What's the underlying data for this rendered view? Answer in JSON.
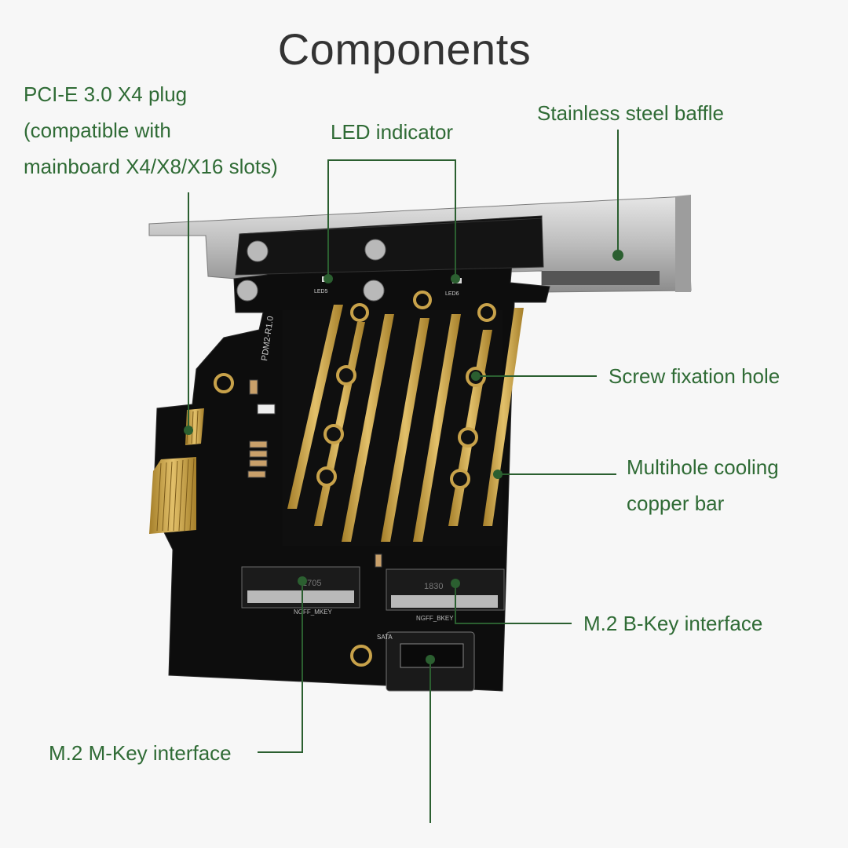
{
  "title": "Components",
  "colors": {
    "label": "#2f6b35",
    "leader": "#2b5f30",
    "background": "#f7f7f7",
    "pcb": "#0d0d0d",
    "copper": "#c8a24a"
  },
  "labels": {
    "pcie_plug": [
      "PCI-E 3.0 X4 plug",
      "(compatible with",
      "mainboard X4/X8/X16 slots)"
    ],
    "led_indicator": "LED indicator",
    "steel_baffle": "Stainless steel baffle",
    "screw_hole": "Screw fixation hole",
    "cooling_bar": [
      "Multihole cooling",
      "copper bar"
    ],
    "bkey": "M.2 B-Key interface",
    "mkey": "M.2 M-Key interface"
  },
  "board_print": {
    "model": "PDM2-R1.0",
    "led5": "LED5",
    "led6": "LED6",
    "slot_m": "NGFF_MKEY",
    "slot_b": "NGFF_BKEY",
    "sata": "SATA",
    "ic_left": "1705",
    "ic_right": "1830"
  }
}
